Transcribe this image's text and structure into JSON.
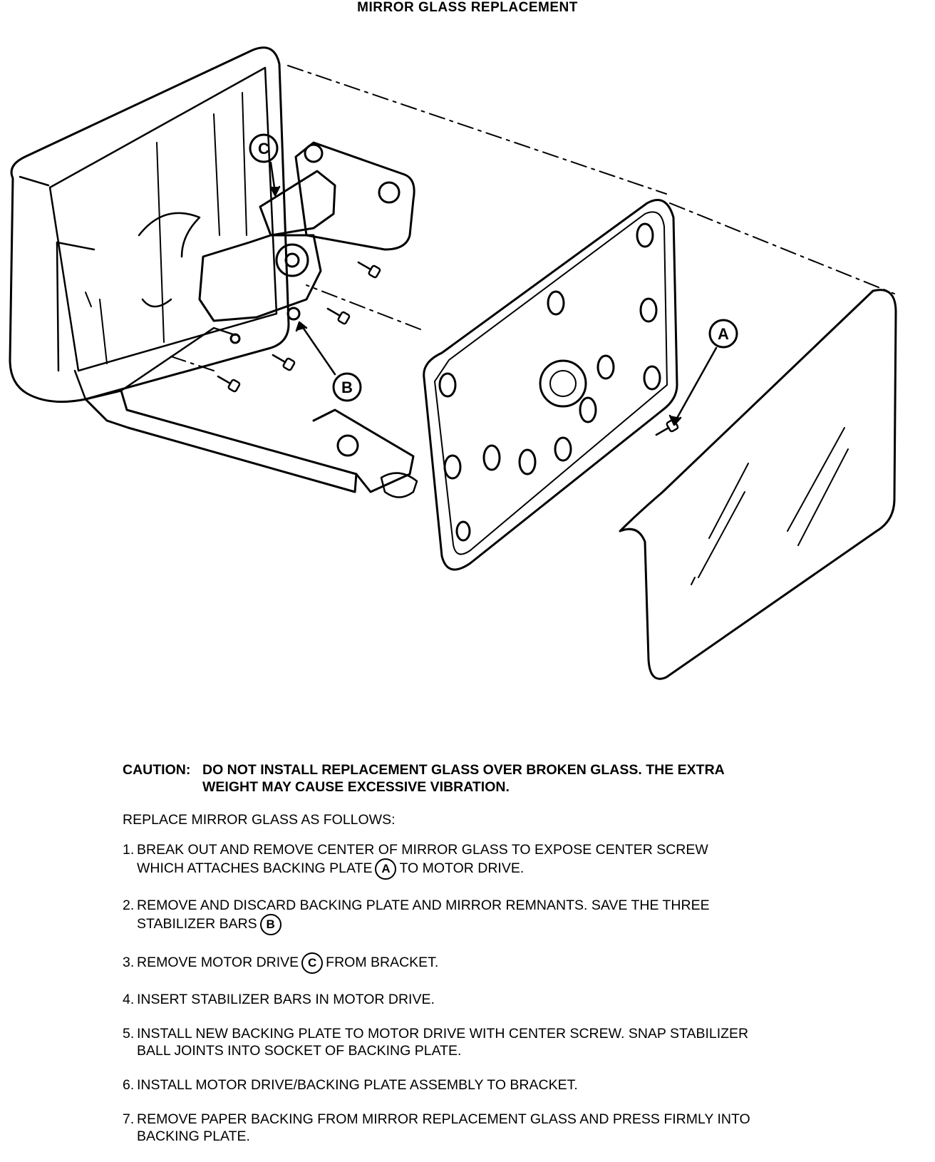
{
  "title": "MIRROR GLASS REPLACEMENT",
  "callouts": {
    "a": "A",
    "b": "B",
    "c": "C"
  },
  "caution": {
    "label": "CAUTION:",
    "line1": "DO NOT INSTALL REPLACEMENT GLASS OVER BROKEN GLASS. THE EXTRA",
    "line2": "WEIGHT MAY CAUSE EXCESSIVE VIBRATION."
  },
  "intro": "REPLACE MIRROR GLASS AS FOLLOWS:",
  "steps": [
    {
      "num": "1.",
      "a": "BREAK OUT AND REMOVE CENTER OF MIRROR GLASS TO EXPOSE CENTER SCREW",
      "b": "WHICH ATTACHES BACKING PLATE",
      "badge": "A",
      "c": "TO MOTOR DRIVE."
    },
    {
      "num": "2.",
      "a": "REMOVE AND DISCARD BACKING PLATE AND MIRROR REMNANTS. SAVE THE THREE",
      "b": "STABILIZER BARS",
      "badge": "B"
    },
    {
      "num": "3.",
      "a": "REMOVE MOTOR DRIVE",
      "badge": "C",
      "c": "FROM BRACKET."
    },
    {
      "num": "4.",
      "a": "INSERT STABILIZER BARS IN MOTOR DRIVE."
    },
    {
      "num": "5.",
      "a": "INSTALL NEW BACKING PLATE TO MOTOR DRIVE WITH CENTER SCREW. SNAP STABILIZER",
      "b": "BALL JOINTS INTO SOCKET OF BACKING PLATE."
    },
    {
      "num": "6.",
      "a": "INSTALL MOTOR DRIVE/BACKING PLATE ASSEMBLY TO BRACKET."
    },
    {
      "num": "7.",
      "a": "REMOVE PAPER BACKING FROM MIRROR REPLACEMENT GLASS AND PRESS FIRMLY INTO",
      "b": "BACKING PLATE."
    }
  ]
}
